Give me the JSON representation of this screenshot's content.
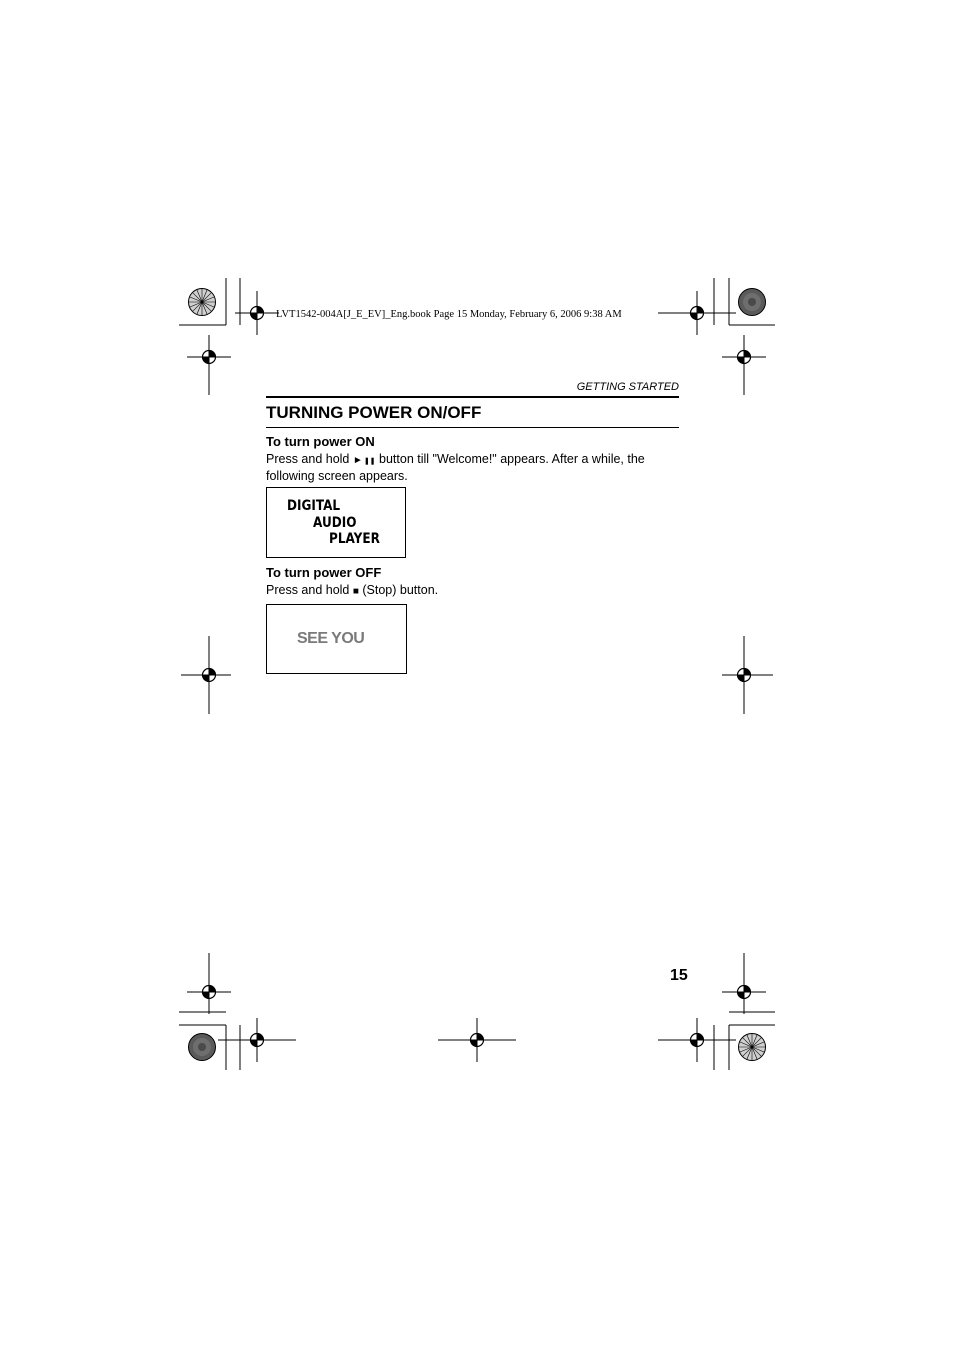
{
  "print_info": "LVT1542-004A[J_E_EV]_Eng.book  Page 15  Monday, February 6, 2006  9:38 AM",
  "running_head": "GETTING STARTED",
  "section_title": "TURNING POWER ON/OFF",
  "power_on": {
    "heading": "To turn power ON",
    "text_before": "Press and hold ",
    "play_glyph": "►",
    "pause_glyph": "❚❚",
    "text_after": " button till \"Welcome!\" appears. After a while, the following screen appears.",
    "screen_lines": [
      "DIGITAL",
      "AUDIO",
      "PLAYER"
    ]
  },
  "power_off": {
    "heading": "To turn power OFF",
    "text_before": "Press and hold ",
    "stop_glyph": "■",
    "text_after": " (Stop) button.",
    "screen_text": "SEE YOU"
  },
  "page_number": "15",
  "icons": [
    "registration-mark-icon",
    "color-bar-icon"
  ]
}
